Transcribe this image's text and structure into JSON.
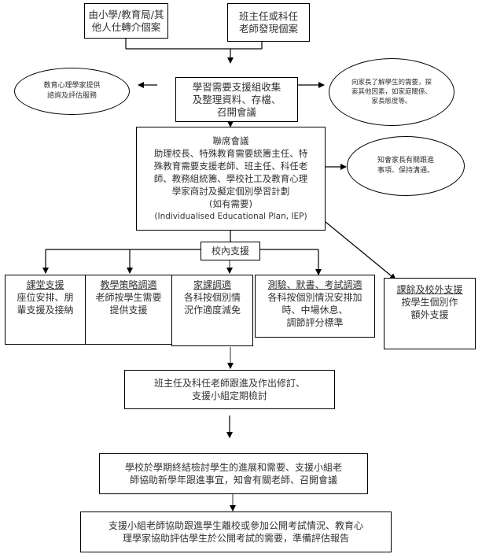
{
  "diagram": {
    "referral_sources": [
      {
        "lines": [
          "由小學/教育局/其",
          "他人仕轉介個案"
        ]
      },
      {
        "lines": [
          "班主任或科任",
          "老師發現個案"
        ]
      }
    ],
    "collection": {
      "lines": [
        "學習需要支援組收集",
        "及整理資料、存檔、",
        "召開會議"
      ]
    },
    "psychologist_service": {
      "lines": [
        "教育心理學家提供",
        "諮詢及評估服務"
      ]
    },
    "parent_inquiry": {
      "lines": [
        "向家長了解學生的需要，探",
        "索其他因素，如家庭關係、",
        "家長態度等。"
      ]
    },
    "joint_meeting": {
      "title": "聯席會議",
      "lines": [
        "助理校長、特殊教育需要統籌主任、特",
        "殊教育需要支援老師、班主任、科任老",
        "師、教務組統籌、學校社工及教育心理",
        "學家商討及擬定個別學習計劃",
        "(如有需要)",
        "(Individualised Educational Plan, IEP)"
      ]
    },
    "notify_parents": {
      "lines": [
        "知會家長有關跟進",
        "事項、保持溝通。"
      ]
    },
    "in_school_support": {
      "label": "校內支援"
    },
    "supports": [
      {
        "title": "課堂支援",
        "lines": [
          "座位安排、朋",
          "輩支援及接納"
        ]
      },
      {
        "title": "教學策略調適",
        "lines": [
          "老師按學生需要",
          "提供支援"
        ]
      },
      {
        "title": "家課調適",
        "lines": [
          "各科按個別情",
          "況作適度減免"
        ]
      },
      {
        "title": "測驗、默書、考試調適",
        "lines": [
          "各科按個別情況安排加",
          "時、中場休息、",
          "調節評分標準"
        ]
      }
    ],
    "extra_support": {
      "title": "課餘及校外支援",
      "lines": [
        "按學生個別作",
        "額外支援"
      ]
    },
    "follow_up": {
      "lines": [
        "班主任及科任老師跟進及作出修訂、",
        "支援小組定期檢討"
      ]
    },
    "term_review": {
      "lines": [
        "學校於學期終結檢討學生的進展和需要、支援小組老",
        "師協助新學年跟進事宜，知會有關老師、召開會議"
      ]
    },
    "exam_support": {
      "lines": [
        "支援小組老師協助跟進學生離校或參加公開考試情況、教育心",
        "理學家協助評估學生於公開考試的需要，準備評估報告"
      ]
    }
  }
}
